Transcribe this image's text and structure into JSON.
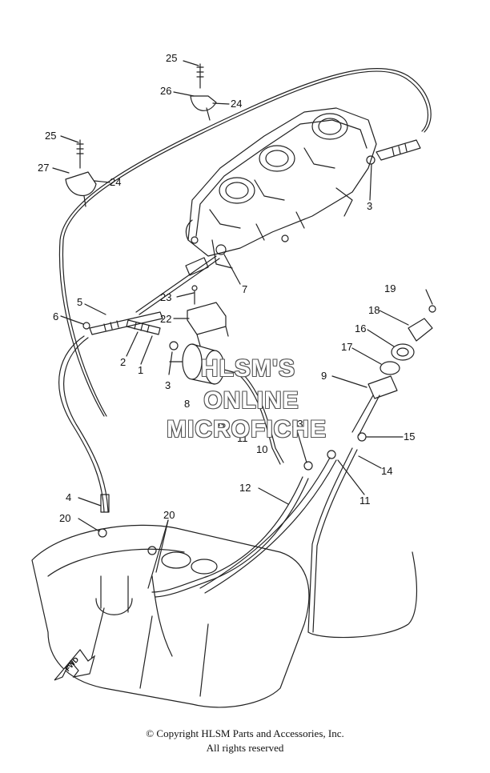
{
  "watermark": {
    "line1": "HLSM'S",
    "line2": "ONLINE",
    "line3": "MICROFICHE"
  },
  "footer": {
    "copyright": "© Copyright HLSM Parts and Accessories, Inc.",
    "rights": "All rights reserved"
  },
  "fwd_label": "FWD",
  "callouts": {
    "c25a": "25",
    "c26": "26",
    "c24a": "24",
    "c25b": "25",
    "c27": "27",
    "c24b": "24",
    "c3a": "3",
    "c7": "7",
    "c23": "23",
    "c22": "22",
    "c5": "5",
    "c6": "6",
    "c2": "2",
    "c1": "1",
    "c3b": "3",
    "c8": "8",
    "c21": "21",
    "c11a": "11",
    "c10": "10",
    "c19": "19",
    "c18": "18",
    "c16": "16",
    "c17": "17",
    "c9": "9",
    "c13": "13",
    "c15": "15",
    "c14": "14",
    "c11b": "11",
    "c12": "12",
    "c4": "4",
    "c20a": "20",
    "c20b": "20"
  }
}
